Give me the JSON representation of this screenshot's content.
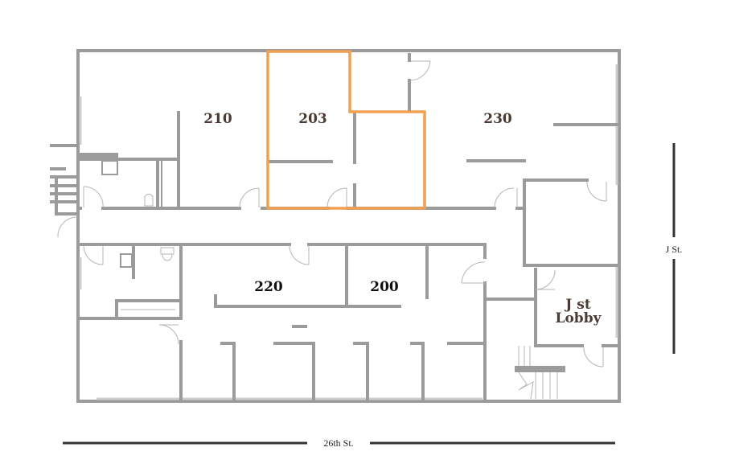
{
  "rooms": {
    "r210": "210",
    "r203": "203",
    "r230": "230",
    "r220": "220",
    "r200": "200",
    "lobby_line1": "J st",
    "lobby_line2": "Lobby"
  },
  "streets": {
    "east": "J St.",
    "south": "26th St."
  },
  "colors": {
    "highlight": "#f0a050",
    "wall": "#9b9b9b",
    "label_upper": "#4a3a33",
    "label_lower": "#111111"
  },
  "highlighted_room": "203"
}
